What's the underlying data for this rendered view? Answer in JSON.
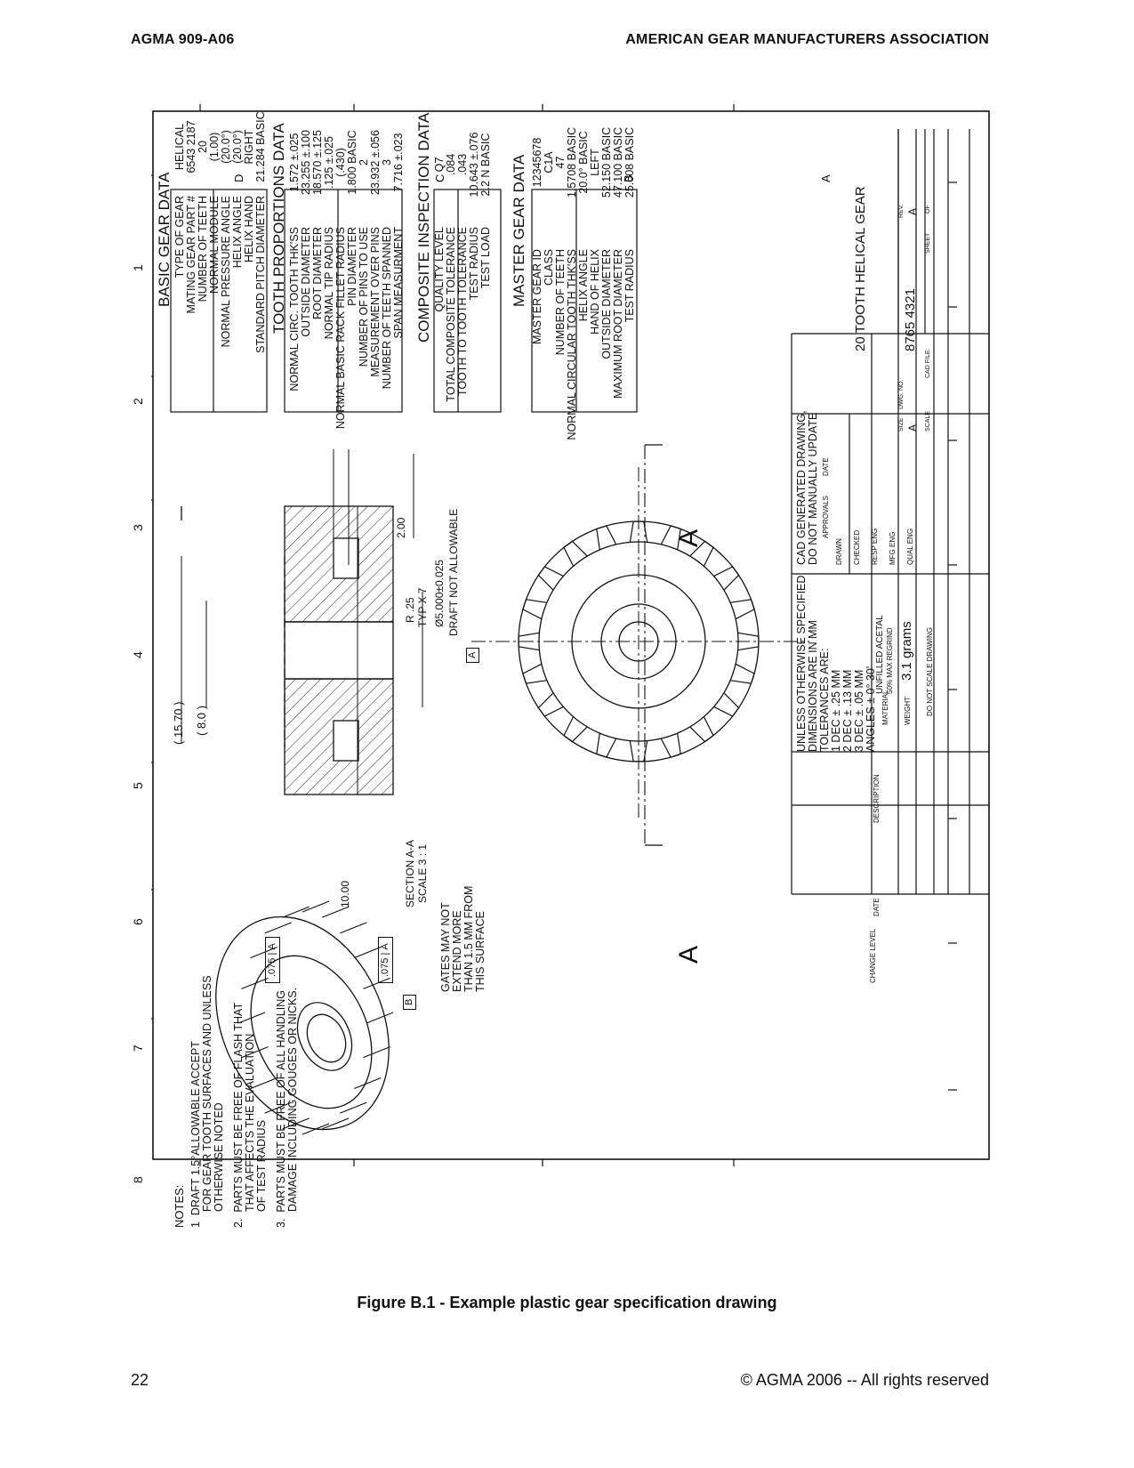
{
  "header": {
    "left": "AGMA 909-A06",
    "right": "AMERICAN GEAR MANUFACTURERS ASSOCIATION"
  },
  "caption": "Figure B.1 - Example plastic gear specification drawing",
  "footer": {
    "page_number": "22",
    "copyright": "© AGMA 2006 -- All rights reserved"
  },
  "drawing": {
    "zone_numbers": [
      "1",
      "2",
      "3",
      "4",
      "5",
      "6",
      "7",
      "8"
    ],
    "zone_letters": [
      "A",
      "B",
      "C",
      "D"
    ],
    "basic_gear_data": {
      "title": "BASIC GEAR DATA",
      "labels": [
        "TYPE OF GEAR",
        "MATING GEAR PART #",
        "NUMBER OF TEETH",
        "NORMAL MODULE",
        "NORMAL PRESSURE ANGLE",
        "HELIX ANGLE",
        "HELIX HAND",
        "STANDARD PITCH DIAMETER"
      ],
      "values": [
        "HELICAL",
        "6543 2187",
        "20",
        "(1.00)",
        "(20.0°)",
        "(20.0°)",
        "RIGHT",
        "21.284 BASIC"
      ]
    },
    "tooth_proportions_data": {
      "title": "TOOTH PROPORTIONS DATA",
      "labels": [
        "NORMAL CIRC. TOOTH THK'SS",
        "OUTSIDE DIAMETER",
        "ROOT DIAMETER",
        "NORMAL TIP RADIUS",
        "NORMAL BASIC RACK FILLET RADIUS",
        "PIN DIAMETER",
        "NUMBER OF PINS TO USE",
        "MEASUREMENT OVER PINS",
        "NUMBER OF TEETH SPANNED",
        "SPAN MEASURMENT"
      ],
      "values": [
        "1.572 ±.025",
        "23.255 ±.100",
        "18.570 ±.125",
        ".125 ±.025",
        "(.430)",
        "1.800 BASIC",
        "2",
        "23.932 ±.056",
        "3",
        "7.716 ±.023"
      ]
    },
    "composite_inspection_data": {
      "title": "COMPOSITE INSPECTION DATA",
      "labels": [
        "QUALITY LEVEL",
        "TOTAL COMPOSITE TOLERANCE",
        "TOOTH TO TOOTH TOLERANCE",
        "TEST RADIUS",
        "TEST LOAD"
      ],
      "values": [
        "Q7",
        ".084",
        ".043",
        "10.643 ±.076",
        "2.2 N BASIC"
      ]
    },
    "master_gear_data": {
      "title": "MASTER GEAR DATA",
      "labels": [
        "MASTER GEAR ID",
        "CLASS",
        "NUMBER OF TEETH",
        "NORMAL CIRCULAR TOOTH THK'SS",
        "HELIX ANGLE",
        "HAND OF HELIX",
        "OUTSIDE DIAMETER",
        "MAXIMUM ROOT DIAMETER",
        "TEST RADIUS"
      ],
      "values": [
        "12345678",
        "C1A",
        "47",
        "1.5708 BASIC",
        "20.0° BASIC",
        "LEFT",
        "52.150 BASIC",
        "47.100 BASIC",
        "25.008 BASIC"
      ]
    },
    "dimensions": {
      "overall": "( 15.70 )",
      "inner": "( 8.0 )",
      "width": "10.00",
      "hub": "2.00",
      "radius": "R .25",
      "radius_note": "TYP X 7",
      "bore": "Ø5.000±0.025",
      "draft_note": "DRAFT NOT ALLOWABLE",
      "datum_a": "A",
      "datum_b": "B"
    },
    "section_label": "SECTION A-A",
    "section_scale": "SCALE 3 : 1",
    "gate_note": [
      "GATES MAY NOT",
      "EXTEND MORE",
      "THAN 1.5 MM FROM",
      "THIS SURFACE"
    ],
    "section_marker": "A",
    "runout_tolerance": ".075",
    "notes": {
      "title": "NOTES:",
      "items": [
        {
          "num": "1",
          "lines": [
            "DRAFT 1.5°ALLOWABLE ACCEPT",
            "FOR GEAR TOOTH SURFACES AND UNLESS",
            "OTHERWISE NOTED"
          ]
        },
        {
          "num": "2.",
          "lines": [
            "PARTS MUST BE FREE OF FLASH THAT",
            "THAT AFFECTS THE EVALUATION",
            "OF TEST RADIUS"
          ]
        },
        {
          "num": "3.",
          "lines": [
            "PARTS MUST BE FREE OF ALL HANDLING",
            "DAMAGE INCLUDING GOUGES OR NICKS."
          ]
        }
      ]
    },
    "revision_block": {
      "change_level": "CHANGE LEVEL",
      "date": "DATE",
      "description": "DESCRIPTION"
    },
    "title_block": {
      "tolerance_lines": [
        "UNLESS OTHERWISE SPECIFIED",
        "DIMENSIONS ARE IN MM",
        "TOLERANCES ARE:"
      ],
      "tolerance_values": [
        "1 DEC ± .25 MM",
        "2 DEC ± .13 MM",
        "3 DEC ± .05 MM",
        "ANGLES ± 0° 30'"
      ],
      "material_label": "MATERIAL",
      "material_value": "UNFILLED ACETAL",
      "material_sub": "50% MAX REGRIND",
      "weight_label": "WEIGHT",
      "weight_value": "3.1 grams",
      "do_not_scale": "DO NOT SCALE DRAWING",
      "cad_note": [
        "CAD GENERATED DRAWING,",
        "DO NOT MANUALLY UPDATE"
      ],
      "approvals": "APPROVALS",
      "date": "DATE",
      "signoffs": [
        "DRAWN",
        "CHECKED",
        "RESP ENG",
        "MFG ENG",
        "QUAL ENG"
      ],
      "part_title": "20 TOOTH HELICAL GEAR",
      "size_label": "SIZE",
      "size_value": "A",
      "dwg_label": "DWG. NO.",
      "dwg_value": "8765 4321",
      "rev_label": "REV.",
      "rev_value": "A",
      "scale_label": "SCALE",
      "cad_file_label": "CAD FILE:",
      "sheet_label": "SHEET",
      "of_label": "OF"
    }
  }
}
